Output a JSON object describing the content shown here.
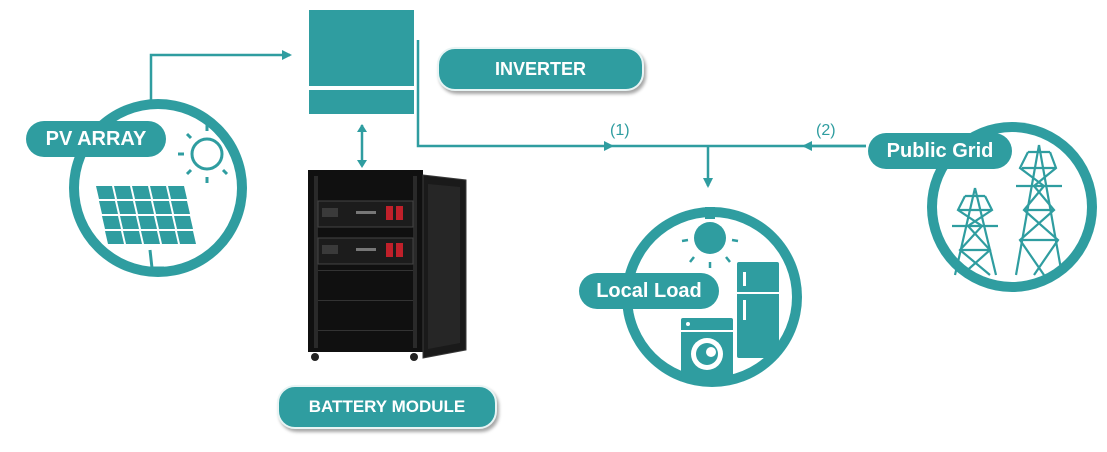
{
  "colors": {
    "accent": "#2f9da0",
    "cabinet": "#101010",
    "white": "#ffffff"
  },
  "labels": {
    "inverter": "INVERTER",
    "pv_array": "PV ARRAY",
    "battery": "BATTERY MODULE",
    "local_load": "Local Load",
    "public_grid": "Public Grid",
    "flow_1": "(1)",
    "flow_2": "(2)"
  },
  "icons": [
    "inverter-icon",
    "sun-icon",
    "solar-panel-icon",
    "battery-cabinet-icon",
    "light-bulb-icon",
    "refrigerator-icon",
    "washing-machine-icon",
    "transmission-tower-icon"
  ]
}
